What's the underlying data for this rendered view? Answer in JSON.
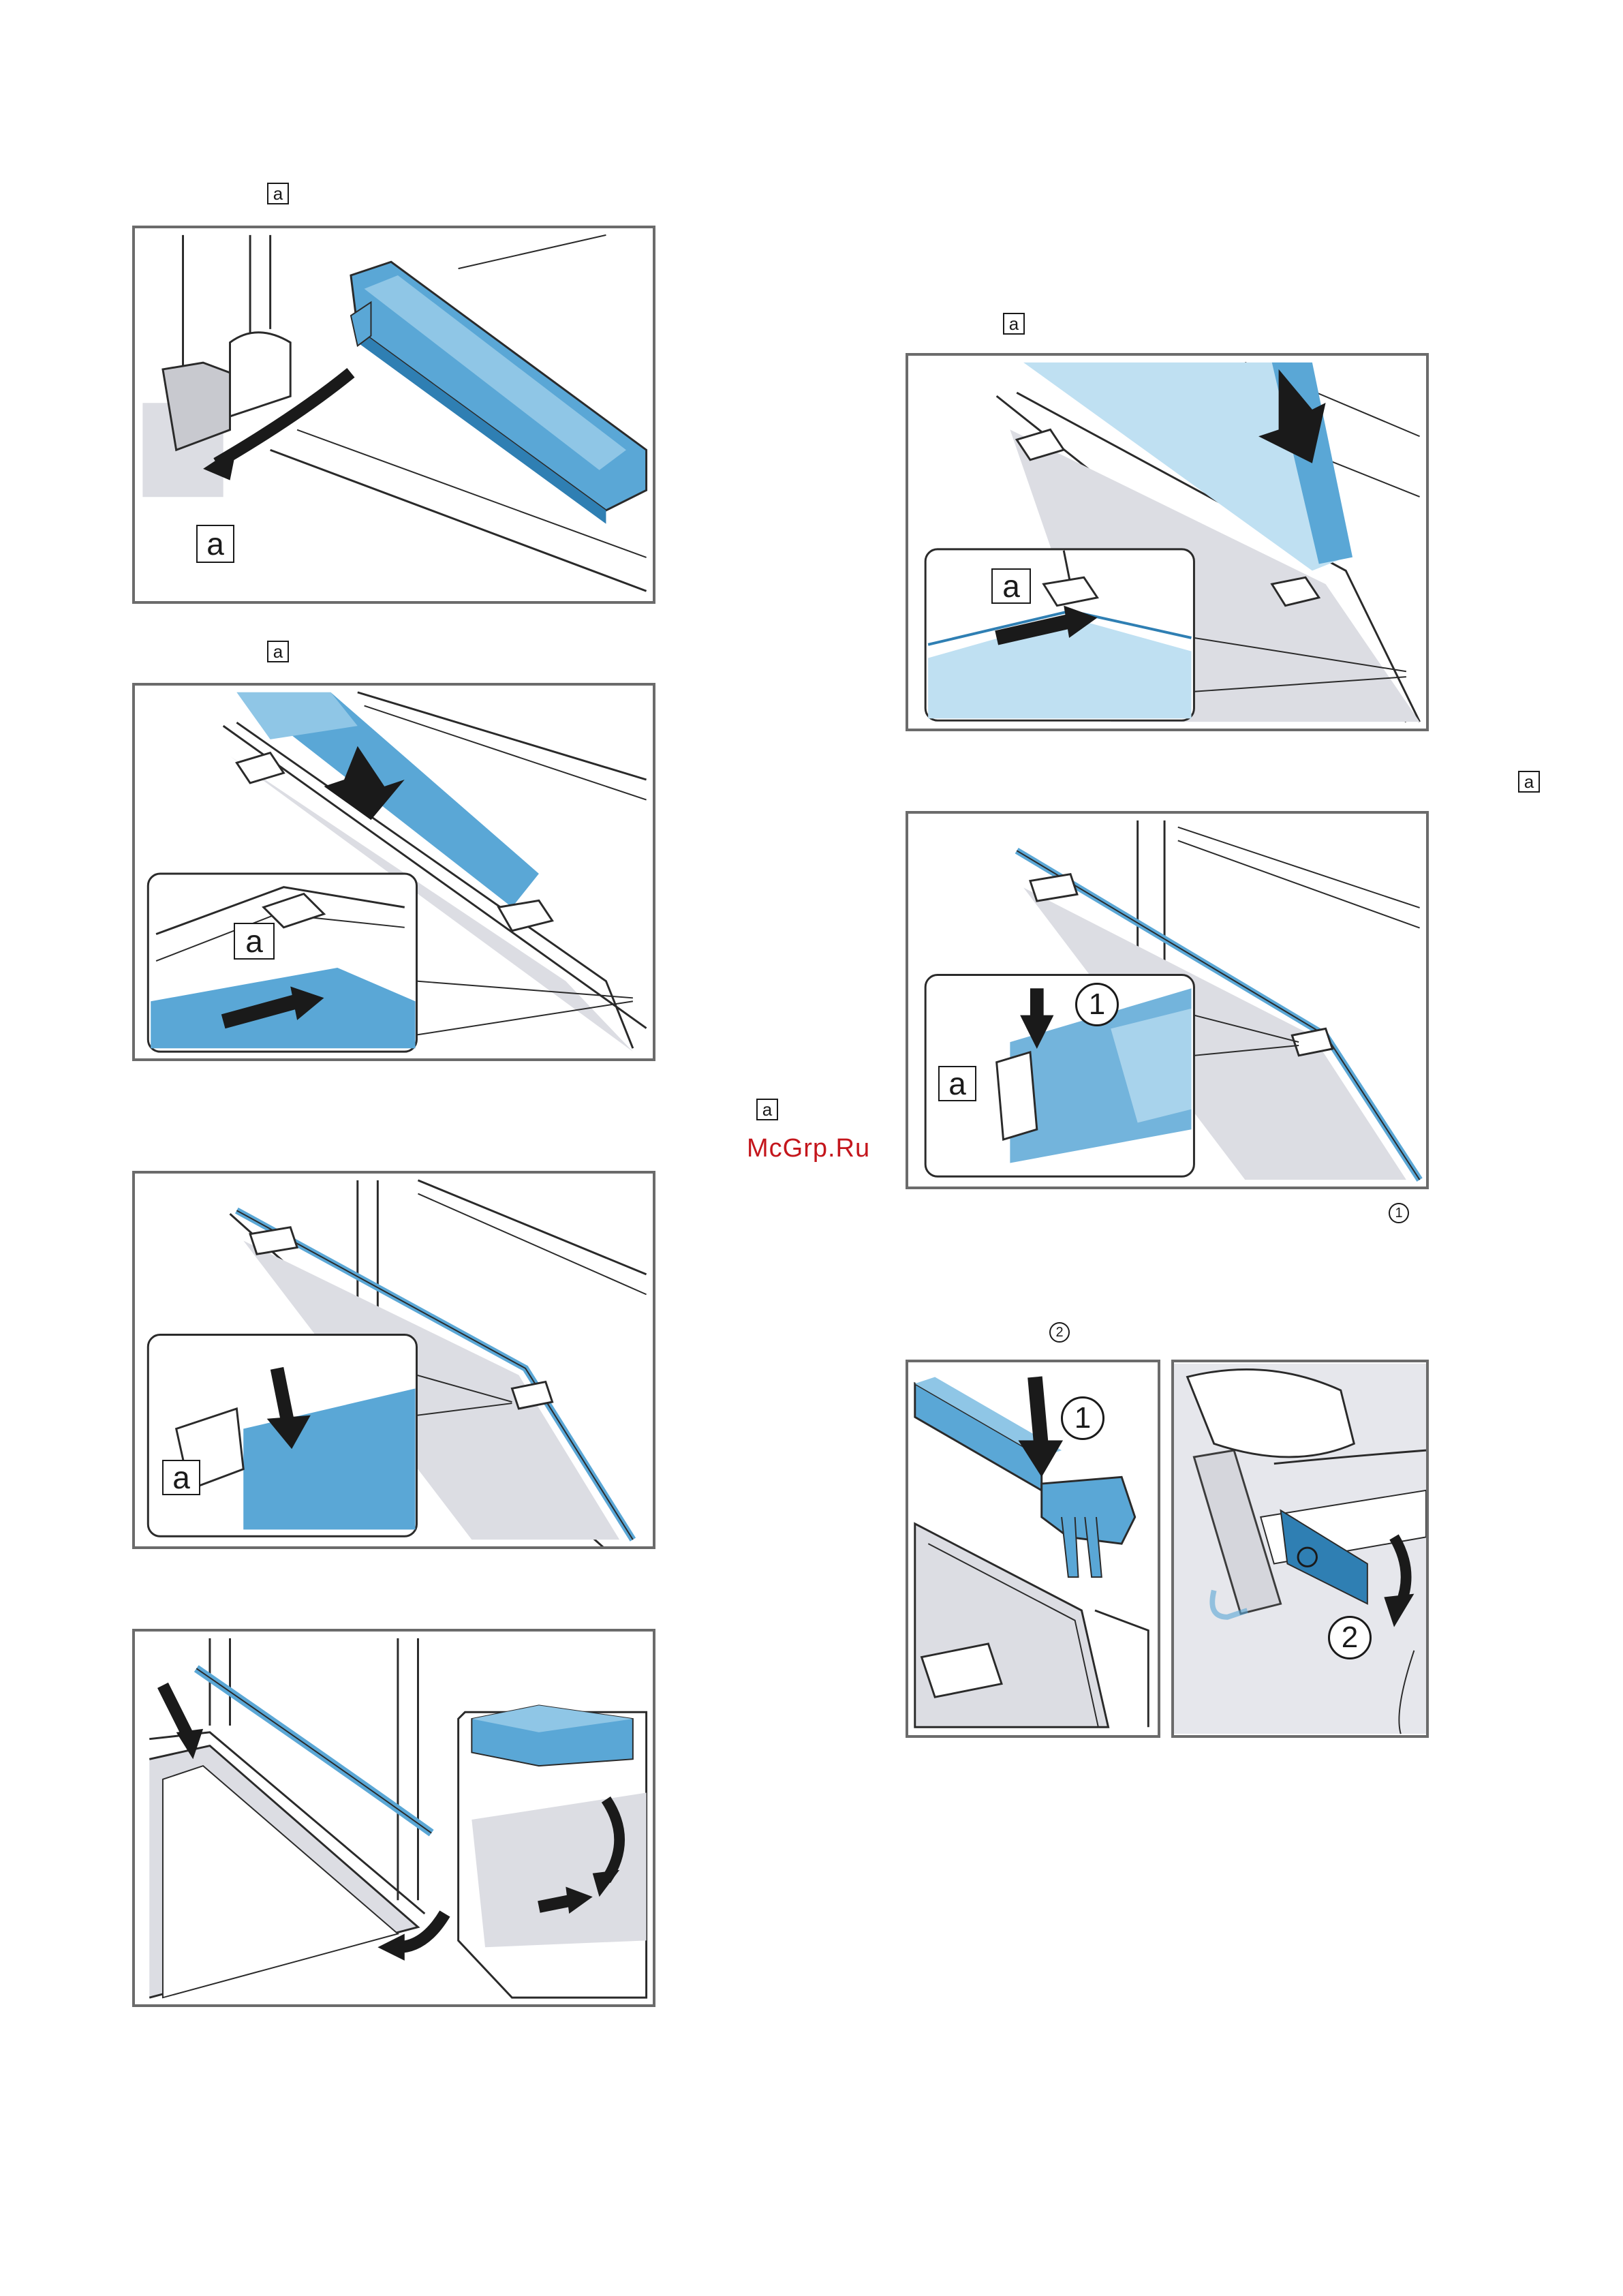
{
  "page": {
    "watermark": "McGrp.Ru",
    "markers": {
      "m1": "a",
      "m2": "a",
      "m3": "a",
      "m4": "a",
      "m5": "a",
      "m6": "a"
    },
    "circled": {
      "c1": "1",
      "c2": "2"
    }
  },
  "figures": {
    "fig1": {
      "label": "a"
    },
    "fig2": {
      "label": "a"
    },
    "fig3": {
      "label": "a"
    },
    "fig5": {
      "label": "a"
    },
    "fig6": {
      "label": "a",
      "step": "1"
    },
    "fig7a": {
      "step": "1"
    },
    "fig7b": {
      "step": "2"
    }
  },
  "colors": {
    "accent_blue": "#5aa7d6",
    "accent_blue_dark": "#2f7fb3",
    "light_blue": "#bfe0f2",
    "panel_border": "#6b6b6b",
    "line": "#2a2a2a",
    "shade": "#dcdde3",
    "watermark": "#c4161c"
  }
}
